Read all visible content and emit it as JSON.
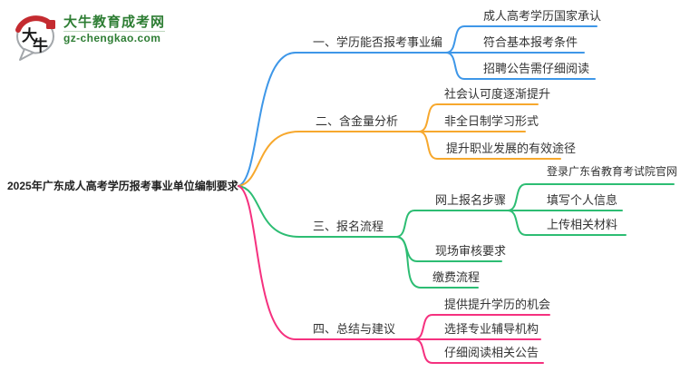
{
  "logo": {
    "bubble_text_1": "大",
    "bubble_text_2": "牛",
    "title": "大牛教育成考网",
    "domain": "gz-chengkao.com"
  },
  "colors": {
    "branch1": "#3e97e8",
    "branch2": "#f7a82d",
    "branch3": "#2dbd73",
    "branch4": "#f5317f",
    "logo_green": "#2d7d33",
    "logo_red": "#c42b30",
    "text": "#333333"
  },
  "mindmap": {
    "root": "2025年广东成人高考学历报考事业单位编制要求",
    "branches": [
      {
        "label": "一、学历能否报考事业编",
        "children": [
          {
            "label": "成人高考学历国家承认"
          },
          {
            "label": "符合基本报考条件"
          },
          {
            "label": "招聘公告需仔细阅读"
          }
        ]
      },
      {
        "label": "二、含金量分析",
        "children": [
          {
            "label": "社会认可度逐渐提升"
          },
          {
            "label": "非全日制学习形式"
          },
          {
            "label": "提升职业发展的有效途径"
          }
        ]
      },
      {
        "label": "三、报名流程",
        "children": [
          {
            "label": "网上报名步骤",
            "children": [
              {
                "label": "登录广东省教育考试院官网"
              },
              {
                "label": "填写个人信息"
              },
              {
                "label": "上传相关材料"
              }
            ]
          },
          {
            "label": "现场审核要求"
          },
          {
            "label": "缴费流程"
          }
        ]
      },
      {
        "label": "四、总结与建议",
        "children": [
          {
            "label": "提供提升学历的机会"
          },
          {
            "label": "选择专业辅导机构"
          },
          {
            "label": "仔细阅读相关公告"
          }
        ]
      }
    ]
  }
}
